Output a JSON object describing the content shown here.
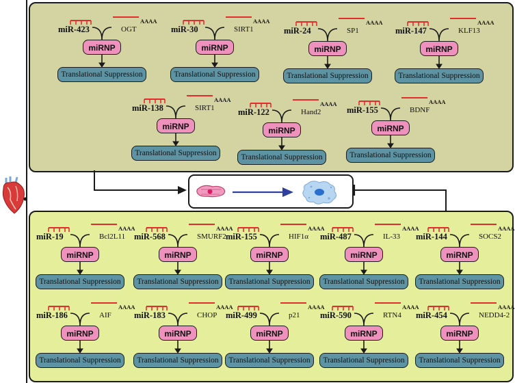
{
  "top_panel": {
    "units": [
      {
        "mirna": "miR-423",
        "target": "OGT",
        "tail": "AAAA",
        "complex": "miRNP",
        "outcome": "Translational Suppression"
      },
      {
        "mirna": "miR-30",
        "target": "SIRT1",
        "tail": "AAAA",
        "complex": "miRNP",
        "outcome": "Translational Suppression"
      },
      {
        "mirna": "miR-24",
        "target": "SP1",
        "tail": "AAAA",
        "complex": "miRNP",
        "outcome": "Translational Suppression"
      },
      {
        "mirna": "miR-147",
        "target": "KLF13",
        "tail": "AAAA",
        "complex": "miRNP",
        "outcome": "Translational Suppression"
      },
      {
        "mirna": "miR-138",
        "target": "SIRT1",
        "tail": "AAAA",
        "complex": "miRNP",
        "outcome": "Translational Suppression"
      },
      {
        "mirna": "miR-122",
        "target": "Hand2",
        "tail": "AAAA",
        "complex": "miRNP",
        "outcome": "Translational Suppression"
      },
      {
        "mirna": "miR-155",
        "target": "BDNF",
        "tail": "AAAA",
        "complex": "miRNP",
        "outcome": "Translational Suppression"
      }
    ]
  },
  "bottom_panel": {
    "units": [
      {
        "mirna": "miR-19",
        "target": "Bcl2L11",
        "tail": "AAAA",
        "complex": "miRNP",
        "outcome": "Translational Suppression"
      },
      {
        "mirna": "miR-568",
        "target": "SMURF2",
        "tail": "AAAA",
        "complex": "miRNP",
        "outcome": "Translational Suppression"
      },
      {
        "mirna": "miR-155",
        "target": "HIF1α",
        "tail": "AAAA",
        "complex": "miRNP",
        "outcome": "Translational Suppression"
      },
      {
        "mirna": "miR-487",
        "target": "IL-33",
        "tail": "AAAA",
        "complex": "miRNP",
        "outcome": "Translational Suppression"
      },
      {
        "mirna": "miR-144",
        "target": "SOCS2",
        "tail": "AAAA",
        "complex": "miRNP",
        "outcome": "Translational Suppression"
      },
      {
        "mirna": "miR-186",
        "target": "AIF",
        "tail": "AAAA",
        "complex": "miRNP",
        "outcome": "Translational Suppression"
      },
      {
        "mirna": "miR-183",
        "target": "CHOP",
        "tail": "AAAA",
        "complex": "miRNP",
        "outcome": "Translational Suppression"
      },
      {
        "mirna": "miR-499",
        "target": "p21",
        "tail": "AAAA",
        "complex": "miRNP",
        "outcome": "Translational Suppression"
      },
      {
        "mirna": "miR-590",
        "target": "RTN4",
        "tail": "AAAA",
        "complex": "miRNP",
        "outcome": "Translational Suppression"
      },
      {
        "mirna": "miR-454",
        "target": "NEDD4-2",
        "tail": "AAAA",
        "complex": "miRNP",
        "outcome": "Translational Suppression"
      }
    ]
  },
  "center": {
    "left_cell_icon": "cardiomyocyte-icon",
    "right_cell_icon": "damaged-cell-icon"
  },
  "side_icon": "heart-icon",
  "colors": {
    "top_panel_bg": "#d4d4a3",
    "bottom_panel_bg": "#e4ee9b",
    "mirnp_fill": "#ee92bd",
    "suppression_fill": "#5e93a3",
    "mirna_red": "#e32d2d",
    "process_arrow": "#2f3f9e"
  }
}
